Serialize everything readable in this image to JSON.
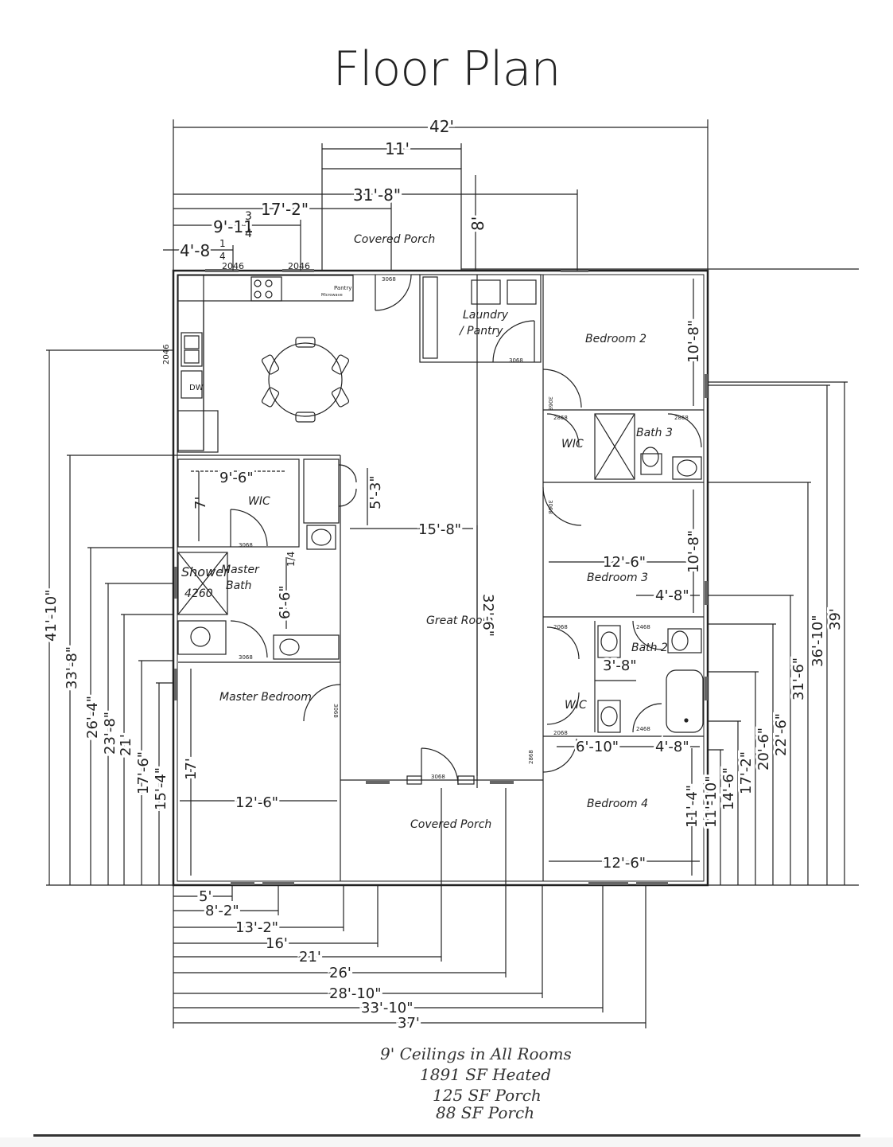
{
  "title": "Floor Plan",
  "rooms": {
    "covered_porch_top": "Covered Porch",
    "laundry_1": "Laundry",
    "laundry_2": "/ Pantry",
    "bedroom2": "Bedroom 2",
    "bath3": "Bath 3",
    "wic_right": "WIC",
    "wic_master": "WIC",
    "shower": "Shower",
    "shower_size": "4260",
    "master_bath_1": "Master",
    "master_bath_2": "Bath",
    "bedroom3": "Bedroom 3",
    "great_room": "Great Room",
    "bath2": "Bath 2",
    "wic_lower": "WIC",
    "master_bedroom": "Master Bedroom",
    "covered_porch_bottom": "Covered Porch",
    "bedroom4": "Bedroom 4",
    "pantry": "Pantry",
    "microwave": "Microwave",
    "dw": "DW"
  },
  "door_codes": {
    "d2046a": "2046",
    "d2046b": "2046",
    "d2046c": "2046",
    "d3068_kitchen": "3068",
    "d3068_laundry": "3068",
    "d3068_bed2": "3068",
    "d2868_bath3a": "2868",
    "d2868_bath3b": "2868",
    "d3068_bed3": "3068",
    "d3068_wic": "3068",
    "d3068_mbath": "3068",
    "d3068_mbed": "3068",
    "d2068_a": "2068",
    "d2468_a": "2468",
    "d2068_b": "2068",
    "d2468_b": "2468",
    "d2868_bed4": "2868",
    "d3068_porch": "3068"
  },
  "dims_top": {
    "d42": "42'",
    "d11": "11'",
    "d31_8": "31'-8\"",
    "d8": "8'",
    "d17_2": "17'-2\"",
    "d9_11": "9'-11",
    "d9_11_frac_num": "3",
    "d9_11_frac_den": "4",
    "d4_8": "4'-8",
    "d4_8_frac_num": "1",
    "d4_8_frac_den": "4"
  },
  "dims_interior": {
    "wic_w": "9'-6\"",
    "wic_h": "7'",
    "closet_h": "5'-3\"",
    "great_w": "15'-8\"",
    "great_h": "32'-6\"",
    "bath_h": "6'-6\"",
    "bath_h_frac": "1/4",
    "bed2_h": "10'-8\"",
    "bed3_w": "12'-6\"",
    "bed3_h": "10'-8\"",
    "d4_8_a": "4'-8\"",
    "d3_8": "3'-8\"",
    "d6_10": "6'-10\"",
    "d4_8_b": "4'-8\"",
    "mbed_h": "17'",
    "mbed_w": "12'-6\"",
    "bed4_h": "11'-4\"",
    "bed4_w": "12'-6\""
  },
  "dims_left": {
    "d41_10": "41'-10\"",
    "d33_8": "33'-8\"",
    "d26_4": "26'-4\"",
    "d23_8": "23'-8\"",
    "d21": "21'",
    "d17_6": "17'-6\"",
    "d15_4": "15'-4\""
  },
  "dims_right": {
    "d39": "39'",
    "d36_10": "36'-10\"",
    "d31_6": "31'-6\"",
    "d22_6": "22'-6\"",
    "d20_6": "20'-6\"",
    "d17_2": "17'-2\"",
    "d14_6": "14'-6\"",
    "d11_10": "11'-10\""
  },
  "dims_bottom": {
    "d5": "5'",
    "d8_2": "8'-2\"",
    "d13_2": "13'-2\"",
    "d16": "16'",
    "d21": "21'",
    "d26": "26'",
    "d28_10": "28'-10\"",
    "d33_10": "33'-10\"",
    "d37": "37'"
  },
  "notes": {
    "line1": "9' Ceilings in All Rooms",
    "line2": "1891 SF Heated",
    "line3": "125 SF Porch",
    "line4": "88 SF Porch"
  },
  "colors": {
    "ink": "#222222",
    "paper": "#ffffff"
  }
}
